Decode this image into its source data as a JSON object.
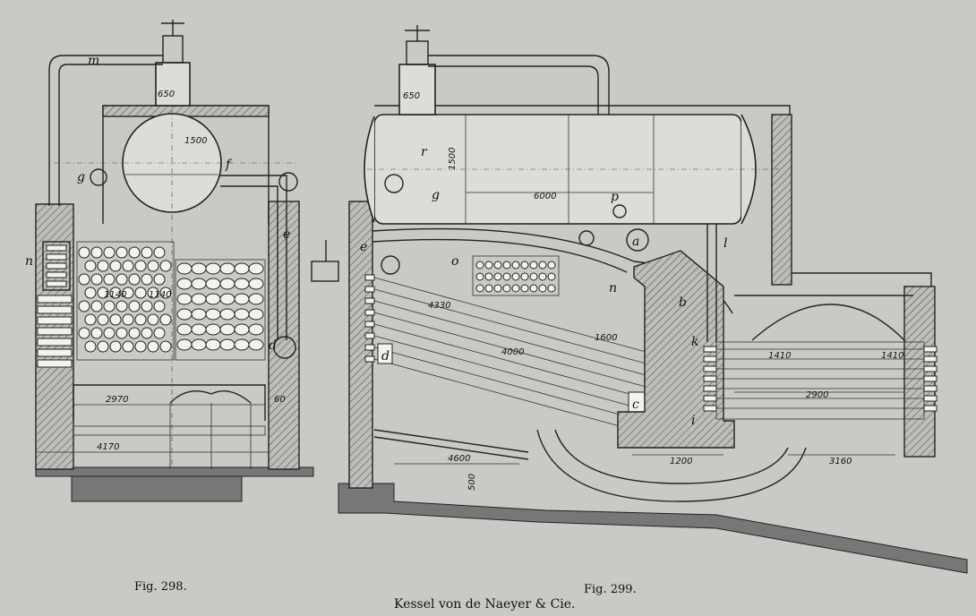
{
  "captions": {
    "fig_left": "Fig. 298.",
    "fig_right": "Fig. 299.",
    "title": "Kessel von de Naeyer & Cie."
  },
  "fig298": {
    "letters": {
      "m": "m",
      "g": "g",
      "f": "f",
      "n": "n",
      "e": "e",
      "d": "d"
    },
    "dims": {
      "d650": "650",
      "d1500": "1500",
      "d1140a": "1140",
      "d1140b": "1140",
      "d2970": "2970",
      "d60": "60",
      "d4170": "4170"
    }
  },
  "fig299": {
    "letters": {
      "r": "r",
      "g": "g",
      "p": "p",
      "e": "e",
      "l": "l",
      "a": "a",
      "o": "o",
      "n": "n",
      "b": "b",
      "d": "d",
      "k": "k",
      "c": "c",
      "i": "i"
    },
    "dims": {
      "d650": "650",
      "d1500": "1500",
      "d6000": "6000",
      "d4330": "4330",
      "d4000": "4000",
      "d1600": "1600",
      "d1410a": "1410",
      "d1410b": "1410",
      "d2900": "2900",
      "d4600": "4600",
      "d500": "500",
      "d1200": "1200",
      "d3160": "3160"
    }
  }
}
